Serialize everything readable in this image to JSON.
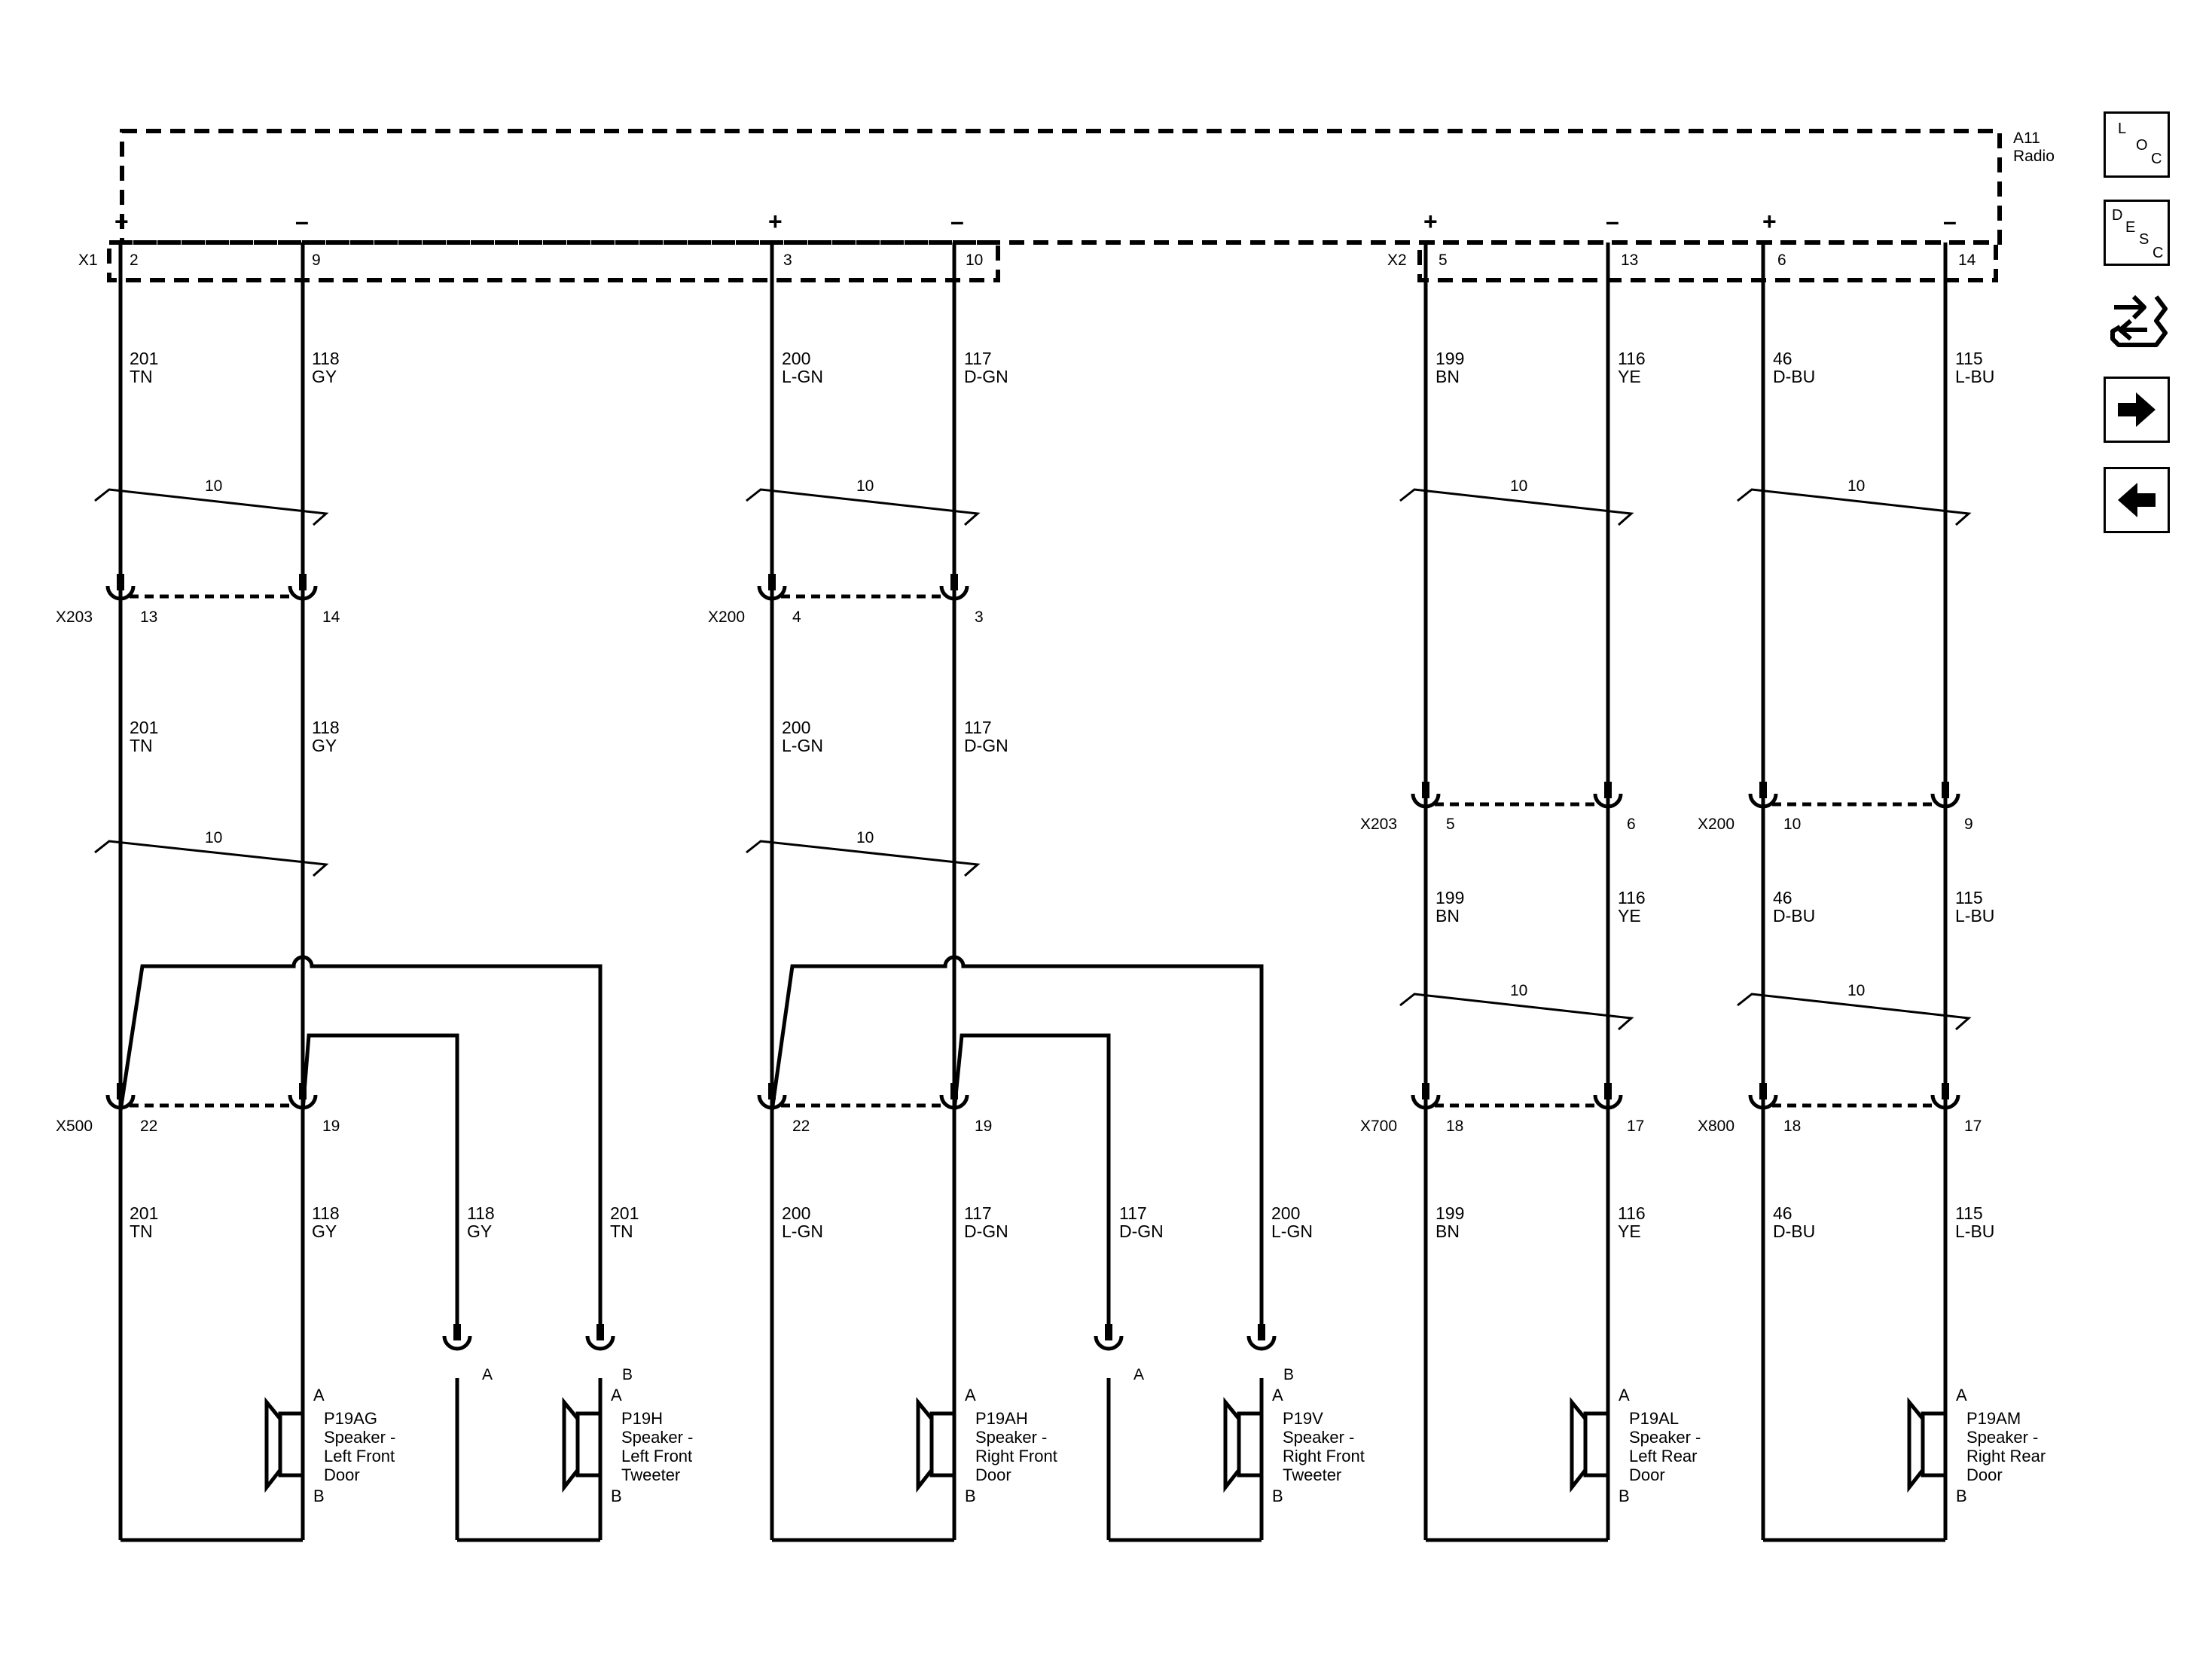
{
  "module": {
    "id": "A11",
    "name": "Radio"
  },
  "connectors": {
    "x1": "X1",
    "x2": "X2"
  },
  "pins": [
    "2",
    "9",
    "3",
    "10",
    "5",
    "13",
    "6",
    "14"
  ],
  "pin_polarity": [
    "+",
    "–",
    "+",
    "–",
    "+",
    "–",
    "+",
    "–"
  ],
  "wires": [
    {
      "num": "201",
      "color": "TN"
    },
    {
      "num": "118",
      "color": "GY"
    },
    {
      "num": "200",
      "color": "L-GN"
    },
    {
      "num": "117",
      "color": "D-GN"
    },
    {
      "num": "199",
      "color": "BN"
    },
    {
      "num": "116",
      "color": "YE"
    },
    {
      "num": "46",
      "color": "D-BU"
    },
    {
      "num": "115",
      "color": "L-BU"
    }
  ],
  "twist_label": "10",
  "inline_connectors": [
    {
      "name": "X203",
      "pins": [
        "13",
        "14"
      ]
    },
    {
      "name": "X200",
      "pins": [
        "4",
        "3"
      ]
    },
    {
      "name": "X203",
      "pins": [
        "5",
        "6"
      ]
    },
    {
      "name": "X200",
      "pins": [
        "10",
        "9"
      ]
    },
    {
      "name": "X500",
      "pins": [
        "22",
        "19"
      ]
    },
    {
      "name": "",
      "pins": [
        "22",
        "19"
      ]
    },
    {
      "name": "X700",
      "pins": [
        "18",
        "17"
      ]
    },
    {
      "name": "X800",
      "pins": [
        "18",
        "17"
      ]
    }
  ],
  "speakers": [
    {
      "id": "P19AG",
      "lines": [
        "Speaker -",
        "Left Front",
        "Door"
      ],
      "pin_a": "A",
      "pin_b": "B"
    },
    {
      "id": "P19H",
      "lines": [
        "Speaker -",
        "Left Front",
        "Tweeter"
      ],
      "pin_a": "A",
      "pin_b": "B"
    },
    {
      "id": "P19AH",
      "lines": [
        "Speaker -",
        "Right Front",
        "Door"
      ],
      "pin_a": "A",
      "pin_b": "B"
    },
    {
      "id": "P19V",
      "lines": [
        "Speaker -",
        "Right Front",
        "Tweeter"
      ],
      "pin_a": "A",
      "pin_b": "B"
    },
    {
      "id": "P19AL",
      "lines": [
        "Speaker -",
        "Left Rear",
        "Door"
      ],
      "pin_a": "A",
      "pin_b": "B"
    },
    {
      "id": "P19AM",
      "lines": [
        "Speaker -",
        "Right Rear",
        "Door"
      ],
      "pin_a": "A",
      "pin_b": "B"
    }
  ],
  "side_buttons": {
    "loc": [
      "L",
      "O",
      "C"
    ],
    "desc": [
      "D",
      "E",
      "S",
      "C"
    ],
    "icons": [
      "loc-icon",
      "desc-icon",
      "connector-tool-icon",
      "arrow-right-icon",
      "arrow-left-icon"
    ]
  }
}
